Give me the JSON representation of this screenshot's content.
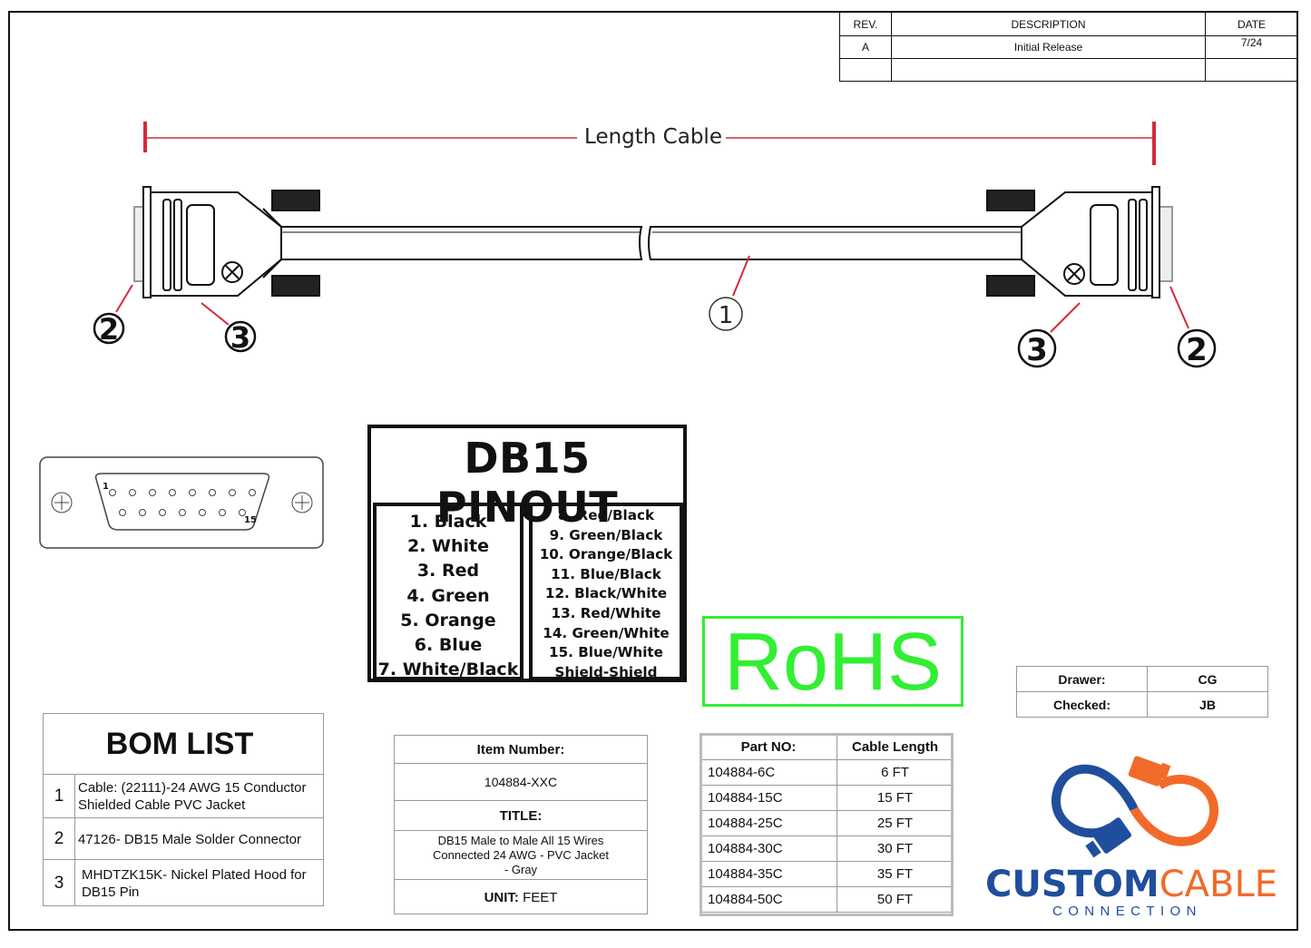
{
  "revision_table": {
    "headers": [
      "REV.",
      "DESCRIPTION",
      "DATE"
    ],
    "rows": [
      [
        "A",
        "Initial Release",
        "7/24"
      ]
    ]
  },
  "diagram": {
    "length_label": "Length Cable",
    "callouts": [
      "1",
      "2",
      "3"
    ]
  },
  "connector_face": {
    "pin_first": "1",
    "pin_last": "15"
  },
  "pinout": {
    "title": "DB15 PINOUT",
    "left": [
      "1. Black",
      "2. White",
      "3. Red",
      "4. Green",
      "5. Orange",
      "6. Blue",
      "7. White/Black"
    ],
    "right": [
      "8. Red/Black",
      "9. Green/Black",
      "10. Orange/Black",
      "11. Blue/Black",
      "12. Black/White",
      "13. Red/White",
      "14. Green/White",
      "15. Blue/White",
      "Shield-Shield"
    ]
  },
  "rohs": "RoHS",
  "drawer": {
    "rows": [
      [
        "Drawer:",
        "CG"
      ],
      [
        "Checked:",
        "JB"
      ]
    ]
  },
  "bom": {
    "title": "BOM LIST",
    "rows": [
      {
        "num": "1",
        "text": "Cable: (22111)-24 AWG 15 Conductor Shielded Cable PVC Jacket"
      },
      {
        "num": "2",
        "text": "47126- DB15 Male Solder Connector"
      },
      {
        "num": "3",
        "text": "MHDTZK15K- Nickel Plated Hood for DB15 Pin"
      }
    ]
  },
  "item": {
    "item_number_label": "Item Number:",
    "item_number": "104884-XXC",
    "title_label": "TITLE:",
    "title": "DB15 Male to Male All 15 Wires Connected 24 AWG - PVC Jacket - Gray",
    "unit_label": "UNIT:",
    "unit": "FEET"
  },
  "parts": {
    "headers": [
      "Part NO:",
      "Cable Length"
    ],
    "rows": [
      [
        "104884-6C",
        "6 FT"
      ],
      [
        "104884-15C",
        "15 FT"
      ],
      [
        "104884-25C",
        "25 FT"
      ],
      [
        "104884-30C",
        "30 FT"
      ],
      [
        "104884-35C",
        "35 FT"
      ],
      [
        "104884-50C",
        "50 FT"
      ]
    ]
  },
  "logo": {
    "word1": "CUSTOM",
    "word2": "CABLE",
    "sub": "CONNECTION",
    "colors": {
      "blue": "#1f4e9c",
      "orange": "#f26a2a"
    }
  },
  "colors": {
    "dimension_red": "#d42a3a",
    "rohs_green": "#33ee33"
  }
}
